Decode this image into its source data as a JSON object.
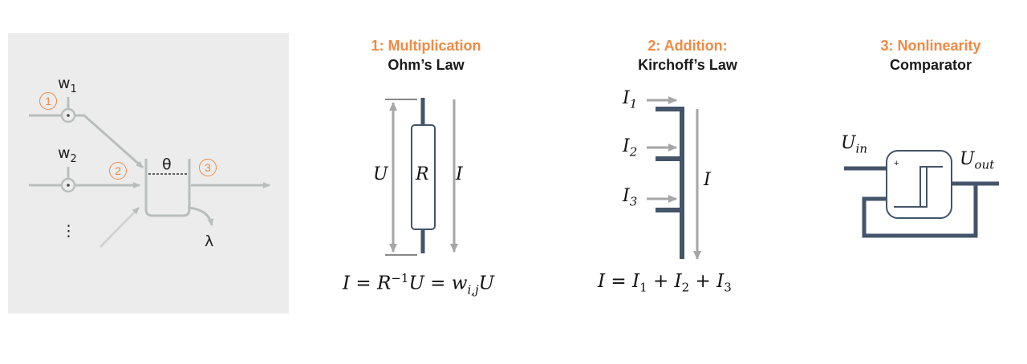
{
  "neuron": {
    "weight_1": "w",
    "weight_1_sub": "1",
    "weight_2": "w",
    "weight_2_sub": "2",
    "ellipsis": "⋮",
    "theta": "θ",
    "lambda": "λ",
    "step_1": "1",
    "step_2": "2",
    "step_3": "3",
    "colors": {
      "line": "#b9bebd",
      "accent": "#ef8a45"
    }
  },
  "multiplication": {
    "step_title": "1: Multiplication",
    "law": "Ohm’s Law",
    "voltage": "U",
    "resistor": "R",
    "current": "I",
    "eq_lhs": "I",
    "eq_eq1": "=",
    "eq_R": "R",
    "eq_exp": "−1",
    "eq_U": "U",
    "eq_eq2": "=",
    "eq_w": "w",
    "eq_wsub": "i,j",
    "eq_U2": "U"
  },
  "addition": {
    "step_title": "2: Addition:",
    "law": "Kirchoff’s Law",
    "in1": "I",
    "in1_sub": "1",
    "in2": "I",
    "in2_sub": "2",
    "in3": "I",
    "in3_sub": "3",
    "current": "I",
    "eq_lhs": "I",
    "eq_eq": "=",
    "eq_t1": "I",
    "eq_t1_sub": "1",
    "eq_plus1": "+",
    "eq_t2": "I",
    "eq_t2_sub": "2",
    "eq_plus2": "+",
    "eq_t3": "I",
    "eq_t3_sub": "3"
  },
  "nonlinearity": {
    "step_title": "3: Nonlinearity",
    "law": "Comparator",
    "uin": "U",
    "uin_sub": "in",
    "uout": "U",
    "uout_sub": "out",
    "plus": "+"
  },
  "colors": {
    "wire": "#44546a",
    "arrow": "#a6a6a6",
    "accent": "#ef8a45"
  }
}
